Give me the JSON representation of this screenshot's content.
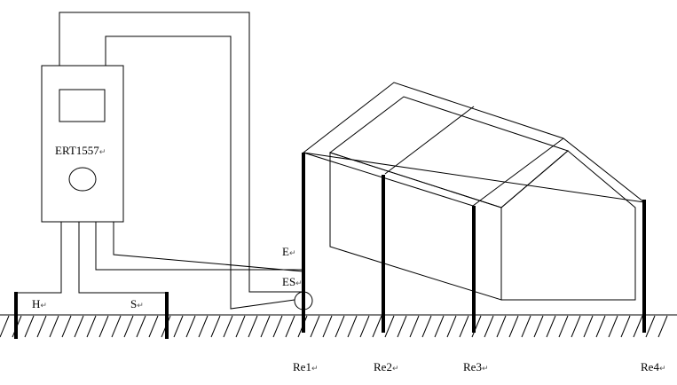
{
  "meter": {
    "model": "ERT1557"
  },
  "terminals": {
    "e": "E",
    "es": "ES",
    "h": "H",
    "s": "S"
  },
  "rods": {
    "re1": "Re1",
    "re2": "Re2",
    "re3": "Re3",
    "re4": "Re4"
  },
  "return_mark": "↵"
}
